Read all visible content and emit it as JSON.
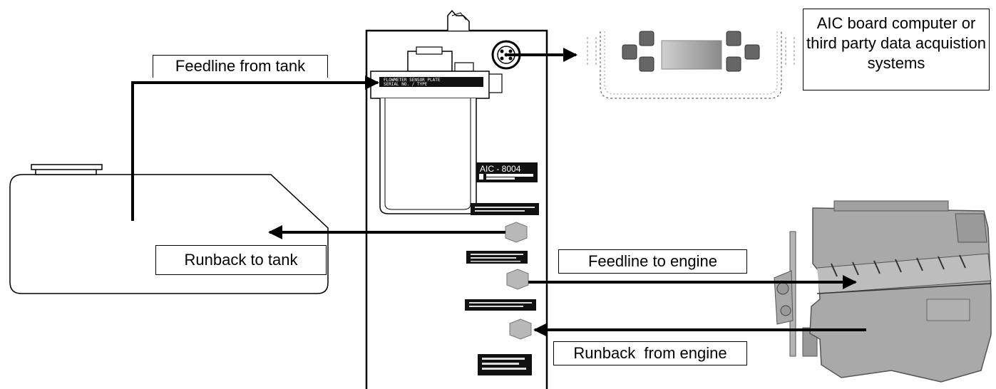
{
  "labels": {
    "feedline_from_tank": "Feedline from tank",
    "aic_board": "AIC board computer or third party data acquistion systems",
    "runback_to_tank": "Runback to tank",
    "feedline_to_engine": "Feedline to engine",
    "runback_from_engine": "Runback  from engine"
  },
  "plates": {
    "model": "AIC - 8004"
  },
  "colors": {
    "line": "#000000",
    "engine_fill": "#a9a9a9",
    "fitting_fill": "#b8b8b8",
    "panel_bg": "#ffffff"
  }
}
